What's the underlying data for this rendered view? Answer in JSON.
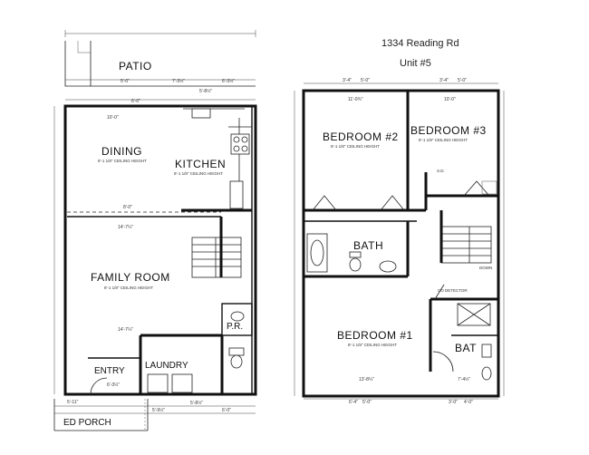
{
  "header": {
    "address": "1334 Reading Rd",
    "unit": "Unit #5"
  },
  "first_floor": {
    "rooms": {
      "patio": "PATIO",
      "dining": "DINING",
      "kitchen": "KITCHEN",
      "family_room": "FAMILY ROOM",
      "entry": "ENTRY",
      "laundry": "LAUNDRY",
      "powder_room": "P.R.",
      "porch": "ED PORCH"
    },
    "notes": {
      "dining_ceiling": "8'-1 1/8\" CEILING HEIGHT",
      "kitchen_ceiling": "8'-1 1/8\" CEILING HEIGHT",
      "family_ceiling": "8'-1 1/8\" CEILING HEIGHT"
    },
    "dimensions": [
      "5'-0\"",
      "7'-3½\"",
      "6'-3½\"",
      "5'-8½\"",
      "6'-0\"",
      "10'-0\"",
      "8'-0\"",
      "14'-7¼\"",
      "14'-7¼\"",
      "6'-3½\"",
      "5'-8½\"",
      "6'-0\"",
      "5'-11\"",
      "5'-9½\""
    ]
  },
  "second_floor": {
    "rooms": {
      "bedroom2": "BEDROOM #2",
      "bedroom3": "BEDROOM #3",
      "bath": "BATH",
      "bedroom1": "BEDROOM #1",
      "bath2": "BAT"
    },
    "notes": {
      "bed2_ceiling": "8'-1 1/8\" CEILING HEIGHT",
      "bed3_ceiling": "8'-1 1/8\" CEILING HEIGHT",
      "bed1_ceiling": "8'-1 1/8\" CEILING HEIGHT",
      "co_detector": "CO DETECTOR",
      "sd": "S.D.",
      "dn": "DOWN"
    },
    "dimensions": [
      "3'-4\"",
      "5'-0\"",
      "3'-4\"",
      "5'-0\"",
      "11'-0¾\"",
      "10'-0\"",
      "13'-8¼\"",
      "7'-4½\"",
      "6'-4\"",
      "5'-0\"",
      "3'-0\"",
      "4'-0\""
    ]
  }
}
